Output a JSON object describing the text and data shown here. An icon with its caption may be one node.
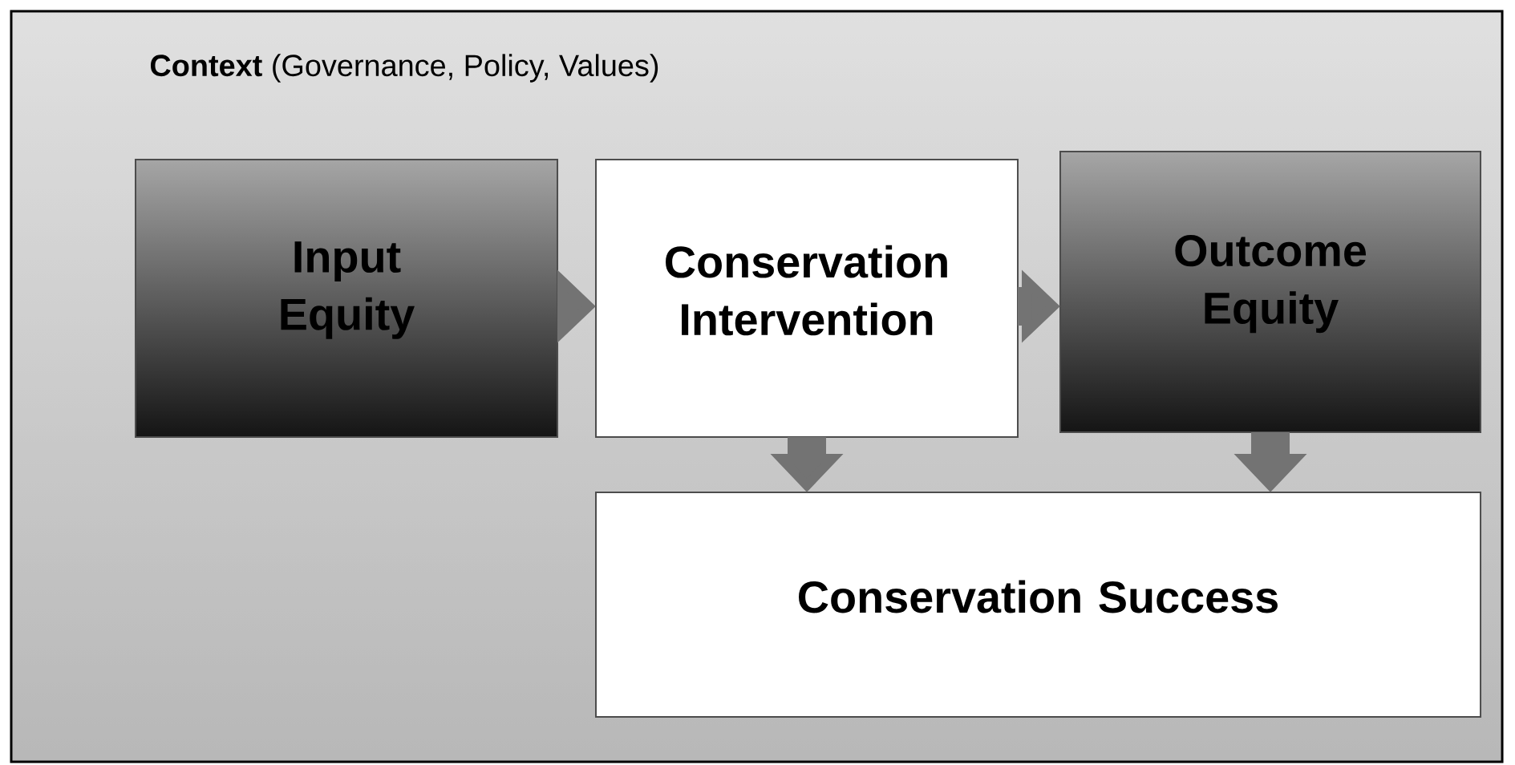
{
  "diagram": {
    "nodes": [
      {
        "text": [
          "**Context** (Governance, Policy, Values)"
        ]
      },
      {
        "text": [
          "Input Equity"
        ],
        "in": 0
      },
      {
        "text": [
          "Conservation Intervention"
        ],
        "in": 0
      },
      {
        "text": [
          "Outcome Equity"
        ],
        "in": 0
      },
      {
        "text": [
          "Conservation Success"
        ],
        "in": 0
      }
    ],
    "edges": [
      {
        "from": 1,
        "to": 2,
        "arrow": "to"
      },
      {
        "from": 2,
        "to": 3,
        "arrow": "to"
      },
      {
        "from": 2,
        "to": 4,
        "arrow": "to"
      },
      {
        "from": 3,
        "to": 4,
        "arrow": "to"
      }
    ]
  }
}
